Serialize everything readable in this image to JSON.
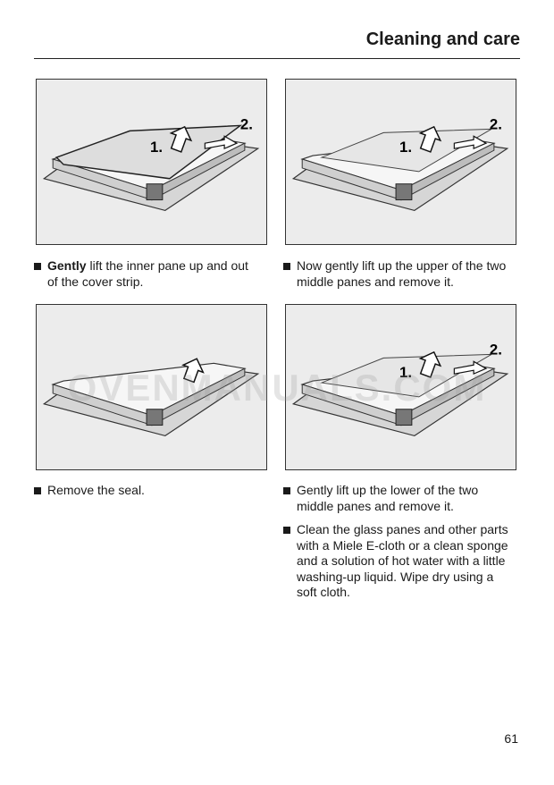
{
  "header": {
    "title": "Cleaning and care"
  },
  "figures": [
    {
      "labels": [
        "1.",
        "2."
      ]
    },
    {
      "labels": [
        "1.",
        "2."
      ]
    },
    {
      "labels": []
    },
    {
      "labels": [
        "1.",
        "2."
      ]
    }
  ],
  "steps": {
    "s1_bold": "Gently",
    "s1_rest": " lift the inner pane up and out of the cover strip.",
    "s2": "Now gently lift up the upper of the two middle panes and remove it.",
    "s3": "Remove the seal.",
    "s4": "Gently lift up the lower of the two middle panes and remove it.",
    "s5": "Clean the glass panes and other parts with a Miele E-cloth or a clean sponge and a solution of hot water with a little washing-up liquid. Wipe dry using a soft cloth."
  },
  "watermark": "OVENMANUALS.COM",
  "footer": {
    "page_number": "61"
  }
}
